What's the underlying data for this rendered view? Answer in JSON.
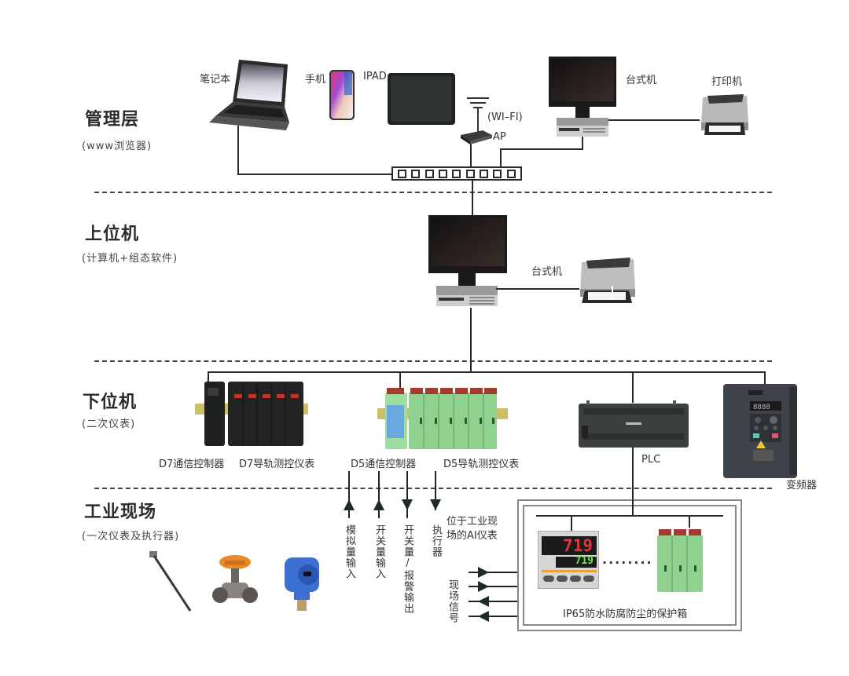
{
  "layers": [
    {
      "title": "管理层",
      "subtitle": "(www浏览器)"
    },
    {
      "title": "上位机",
      "subtitle": "(计算机+组态软件)"
    },
    {
      "title": "下位机",
      "subtitle": "(二次仪表)"
    },
    {
      "title": "工业现场",
      "subtitle": "(一次仪表及执行器)"
    }
  ],
  "management": {
    "laptop_label": "笔记本",
    "phone_label": "手机",
    "ipad_label": "IPAD",
    "wifi_label": "(WI–FI)",
    "ap_label": "AP",
    "desktop_label": "台式机",
    "printer_label": "打印机"
  },
  "host": {
    "desktop_label": "台式机"
  },
  "lower": {
    "d7_comm_label": "D7通信控制器",
    "d7_rail_label": "D7导轨测控仪表",
    "d5_comm_label": "D5通信控制器",
    "d5_rail_label": "D5导轨测控仪表",
    "plc_label": "PLC",
    "vfd_label": "变频器"
  },
  "field": {
    "signals": [
      "模拟量输入",
      "开关量输入",
      "开关量/报警输出",
      "执行器"
    ],
    "ai_note_line1": "位于工业现",
    "ai_note_line2": "场的AI仪表",
    "field_signal_label": "现场信号",
    "box_label": "IP65防水防腐防尘的保护箱",
    "controller_display_top": "719",
    "controller_display_bottom": "719",
    "ellipsis": "........"
  }
}
